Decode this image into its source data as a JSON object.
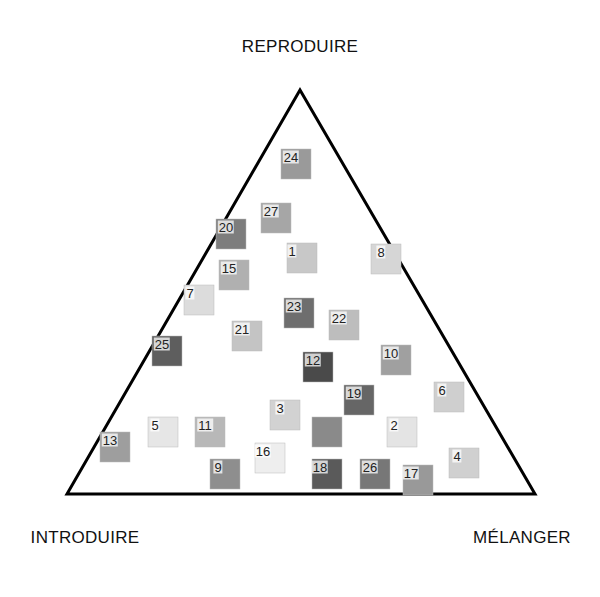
{
  "diagram": {
    "labels": [
      "REPRODUIRE",
      "24",
      "27",
      "20",
      "1",
      "8",
      "15",
      "7",
      "23",
      "22",
      "21",
      "25",
      "12",
      "10",
      "19",
      "6",
      "3",
      "2",
      "5",
      "11",
      "13",
      "16",
      "9",
      "18",
      "26",
      "17",
      "4",
      "INTRODUIRE",
      "MÉLANGER"
    ]
  }
}
